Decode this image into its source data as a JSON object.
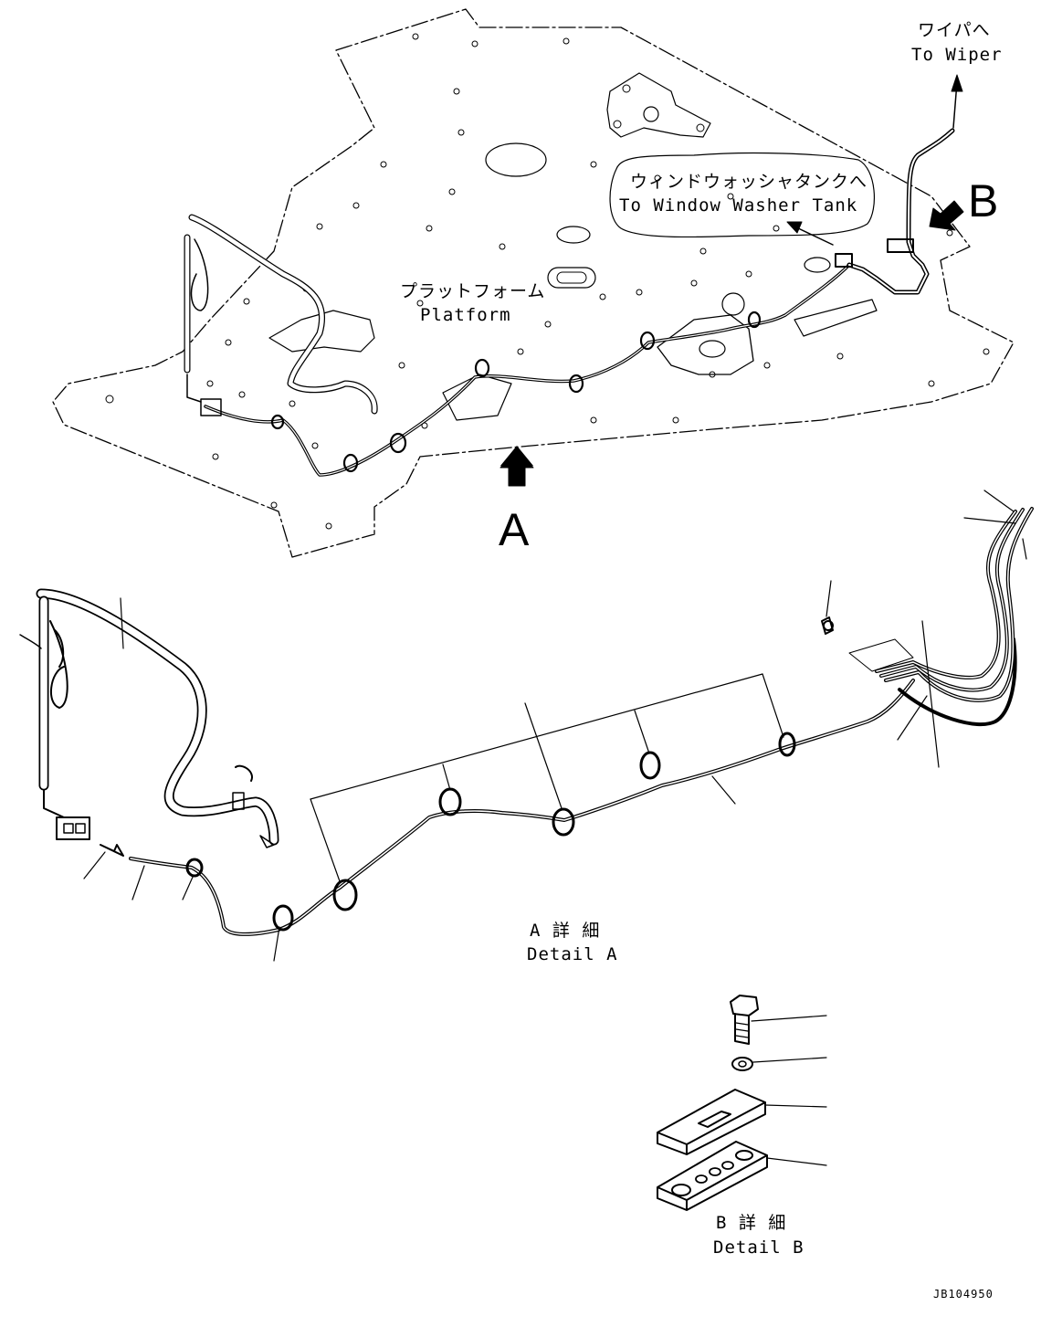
{
  "labels": {
    "wiper_jp": "ワイパへ",
    "wiper_en": "To Wiper",
    "washer_jp": "ウィンドウォッシャタンクへ",
    "washer_en": "To Window Washer Tank",
    "platform_jp": "プラットフォーム",
    "platform_en": "Platform",
    "view_a": "A",
    "view_b": "B",
    "detail_a_jp": "A 詳 細",
    "detail_a_en": "Detail A",
    "detail_b_jp": "B 詳 細",
    "detail_b_en": "Detail B",
    "drawing_code": "JB104950"
  }
}
